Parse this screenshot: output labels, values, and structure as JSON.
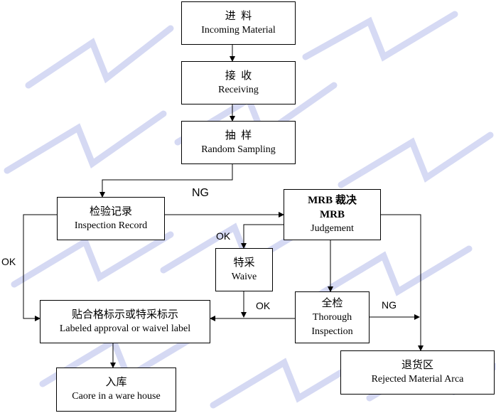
{
  "nodes": {
    "incoming": {
      "zh": "进  料",
      "en": "Incoming Material"
    },
    "receiving": {
      "zh": "接  收",
      "en": "Receiving"
    },
    "sampling": {
      "zh": "抽  样",
      "en": "Random Sampling"
    },
    "inspection_record": {
      "zh": "检验记录",
      "en": "Inspection Record"
    },
    "mrb": {
      "zh": "MRB 裁决",
      "zh2": "MRB",
      "en": "Judgement"
    },
    "waive": {
      "zh": "特采",
      "en": "Waive"
    },
    "thorough": {
      "zh": "全检",
      "en": "Thorough",
      "en2": "Inspection"
    },
    "labeled": {
      "zh": "贴合格标示或特采标示",
      "en": "Labeled approval or waivel label"
    },
    "warehouse": {
      "zh": "入库",
      "en": "Caore in a ware house"
    },
    "rejected": {
      "zh": "退货区",
      "en": "Rejected Material Arca"
    }
  },
  "labels": {
    "ng_top": "NG",
    "ok_left": "OK",
    "ok_mrb": "OK",
    "ok_waive": "OK",
    "ng_thorough": "NG"
  },
  "colors": {
    "watermark": "#c8cdf0"
  }
}
